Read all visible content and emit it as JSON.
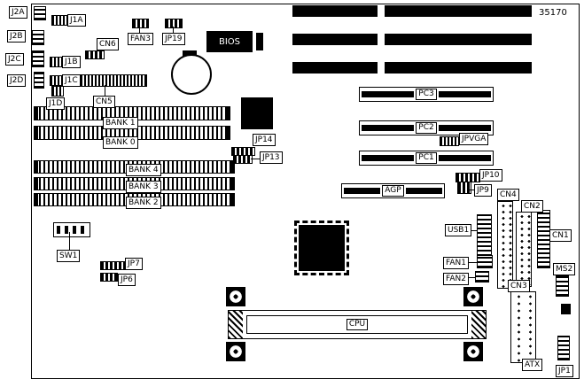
{
  "part_number": "35170",
  "colors": {
    "ink": "#000000",
    "bg": "#ffffff"
  },
  "labels": {
    "j2a": "J2A",
    "j1a": "J1A",
    "j2b": "J2B",
    "j2c": "J2C",
    "j2d": "J2D",
    "j1b": "J1B",
    "j1c": "J1C",
    "j1d": "J1D",
    "cn5": "CN5",
    "cn6": "CN6",
    "fan3": "FAN3",
    "jp19": "JP19",
    "bios": "BIOS",
    "bank1": "BANK 1",
    "bank0": "BANK 0",
    "bank4": "BANK 4",
    "bank3": "BANK 3",
    "bank2": "BANK 2",
    "jp14": "JP14",
    "jp13": "JP13",
    "pc3": "PC3",
    "pc2": "PC2",
    "pc1": "PC1",
    "agp": "AGP",
    "jpvga": "JPVGA",
    "jp10": "JP10",
    "jp9": "JP9",
    "cn4": "CN4",
    "cn2": "CN2",
    "cn1": "CN1",
    "cn3": "CN3",
    "usb1": "USB1",
    "fan1": "FAN1",
    "fan2": "FAN2",
    "ms2": "MS2",
    "sw1": "SW1",
    "jp7": "JP7",
    "jp6": "JP6",
    "cpu": "CPU",
    "atx": "ATX",
    "jp1": "JP1"
  }
}
